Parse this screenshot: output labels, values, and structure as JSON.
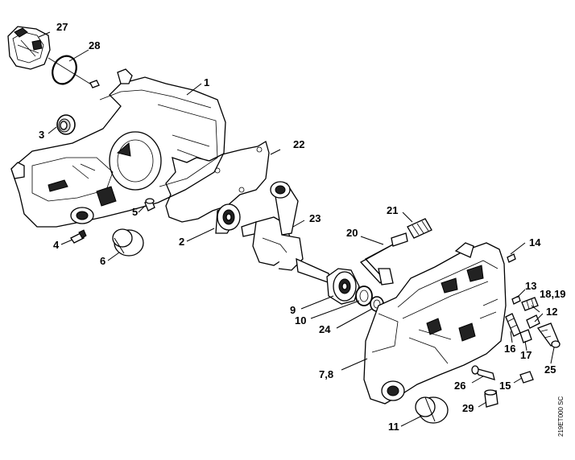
{
  "figure": {
    "reference_code": "219ET000 SC"
  },
  "callouts": {
    "c1": "1",
    "c2": "2",
    "c3": "3",
    "c4": "4",
    "c5": "5",
    "c6": "6",
    "c78": "7,8",
    "c9": "9",
    "c10": "10",
    "c11": "11",
    "c12": "12",
    "c13": "13",
    "c14": "14",
    "c15": "15",
    "c16": "16",
    "c17": "17",
    "c1819": "18,19",
    "c20": "20",
    "c21": "21",
    "c22": "22",
    "c23": "23",
    "c24": "24",
    "c25": "25",
    "c26": "26",
    "c27": "27",
    "c28": "28",
    "c29": "29"
  }
}
